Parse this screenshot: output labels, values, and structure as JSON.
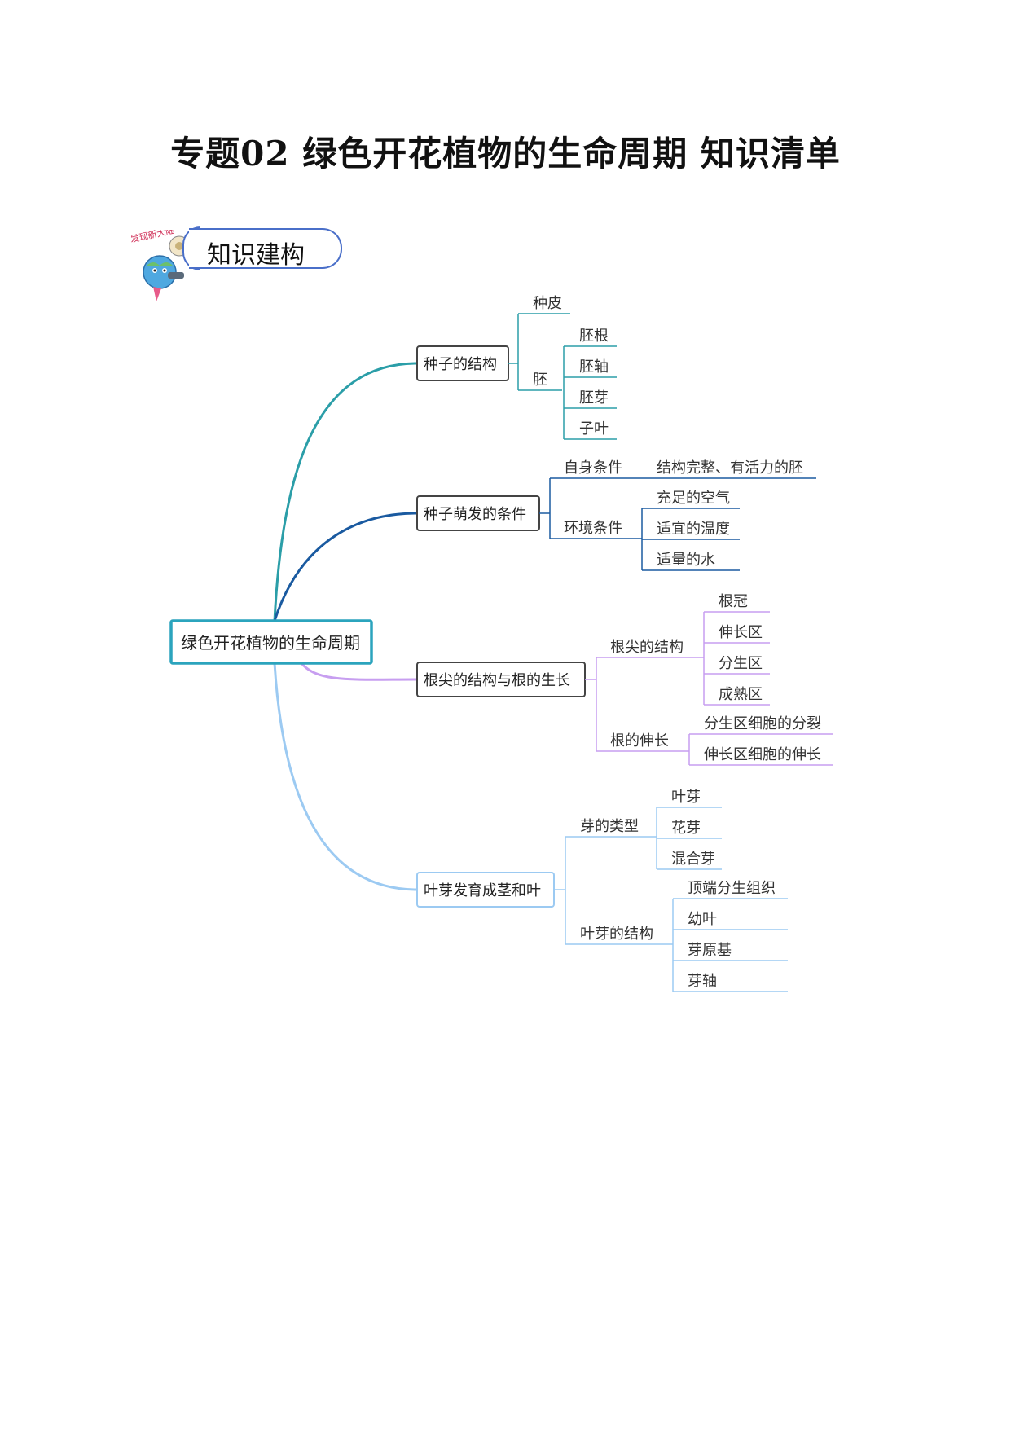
{
  "title": "专题02  绿色开花植物的生命周期  知识清单",
  "section_label": "知识建构",
  "mascot": {
    "icon": "mascot-icon",
    "text": "发现新大陆"
  },
  "colors": {
    "root": "#2ba4bd",
    "b1": "#2b9ea8",
    "b2": "#1a5aa0",
    "b3": "#c79ef0",
    "b4": "#9ccaf2",
    "banner": "#4a6fc9"
  },
  "mindmap": {
    "root": "绿色开花植物的生命周期",
    "branches": [
      {
        "label": "种子的结构",
        "children": [
          {
            "label": "种皮",
            "children": []
          },
          {
            "label": "胚",
            "children": [
              "胚根",
              "胚轴",
              "胚芽",
              "子叶"
            ]
          }
        ]
      },
      {
        "label": "种子萌发的条件",
        "children": [
          {
            "label": "自身条件",
            "children": [
              "结构完整、有活力的胚"
            ]
          },
          {
            "label": "环境条件",
            "children": [
              "充足的空气",
              "适宜的温度",
              "适量的水"
            ]
          }
        ]
      },
      {
        "label": "根尖的结构与根的生长",
        "children": [
          {
            "label": "根尖的结构",
            "children": [
              "根冠",
              "伸长区",
              "分生区",
              "成熟区"
            ]
          },
          {
            "label": "根的伸长",
            "children": [
              "分生区细胞的分裂",
              "伸长区细胞的伸长"
            ]
          }
        ]
      },
      {
        "label": "叶芽发育成茎和叶",
        "children": [
          {
            "label": "芽的类型",
            "children": [
              "叶芽",
              "花芽",
              "混合芽"
            ]
          },
          {
            "label": "叶芽的结构",
            "children": [
              "顶端分生组织",
              "幼叶",
              "芽原基",
              "芽轴"
            ]
          }
        ]
      }
    ]
  }
}
